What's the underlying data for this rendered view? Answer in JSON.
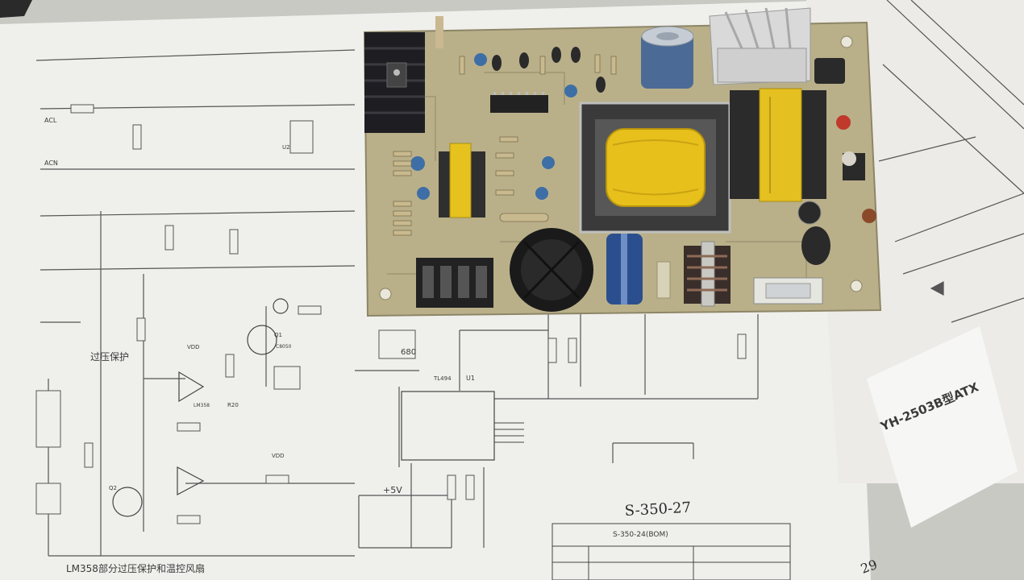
{
  "photo": {
    "schematic_labels": {
      "acl": "ACL",
      "acn": "ACN",
      "overvoltage": "过压保护",
      "bottom_caption": "LM358部分过压保护和温控风扇",
      "ic_u1": "U1",
      "ic_u2": "U2",
      "q1": "Q1",
      "q2": "Q2",
      "ic_8050": "C8050",
      "vdd": "VDD",
      "vdd2": "VDD",
      "five_v": "+5V",
      "r20_label": "R20",
      "r30_value": "680",
      "lm358": "LM358",
      "tl494": "TL494"
    },
    "handwritten_note": "S-350-27",
    "title_block_model": "S-350-24(BOM)",
    "model_text": "YH-2503B型ATX",
    "page_number": "29",
    "colors": {
      "paper": "#efefec",
      "pcb": "#b9b08a",
      "ink": "#3a3a3a",
      "transformer_tape": "#e8c01c",
      "heatsink": "#d6d6d6"
    }
  }
}
